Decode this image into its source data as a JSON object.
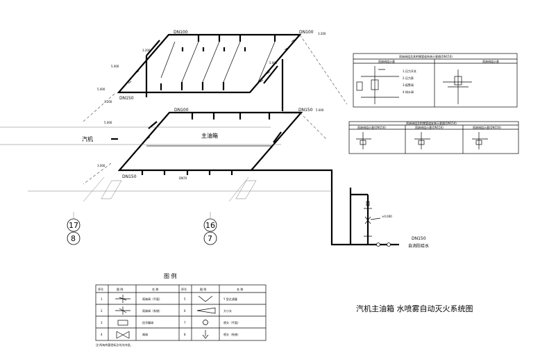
{
  "plan": {
    "labels": {
      "dn100_top": "DN100",
      "dn100_mid": "DN100",
      "dn100_right": "DN100",
      "dn150_upper": "DN150",
      "dn150_lower": "DN150",
      "dn150_riser": "DN150",
      "dn150_mid_right": "DN150",
      "dn70": "DN70",
      "inlet_note": "自消防给水"
    },
    "tank_left": "汽机",
    "tank_center": "主油箱",
    "elevations": [
      "5.000",
      "5.000",
      "3.200",
      "3.200",
      "3.200",
      "5.000",
      "3.000",
      "5.000",
      "5.000",
      "±0.000"
    ],
    "axis_bubbles": [
      {
        "top": "17",
        "bottom": "8"
      },
      {
        "top": "16",
        "bottom": "7"
      }
    ]
  },
  "detail1": {
    "title": "雨淋阀组及其附属管道系统示意图(DN150)",
    "cells": [
      "雨淋阀组示意",
      "雨淋阀组示意"
    ],
    "notes": [
      "1.压力开关",
      "2.压力表",
      "3.报警阀",
      "4.排水阀"
    ]
  },
  "detail2": {
    "title": "雨淋阀组及附属管道安装示意图(DN150)",
    "cells": [
      "雨淋阀组示意(DN150)",
      "雨淋阀组示意(DN150)",
      "雨淋阀组示意(DN150)"
    ]
  },
  "legend": {
    "title": "图 例",
    "headers": [
      "序号",
      "图 例",
      "名 称",
      "序号",
      "图 例",
      "名 称"
    ],
    "rows": [
      {
        "n1": "1",
        "name1": "雨淋阀（平面）",
        "n2": "5",
        "name2": "Y 型过滤器"
      },
      {
        "n1": "2",
        "name1": "雨淋阀（系统）",
        "n2": "6",
        "name2": "大小头"
      },
      {
        "n1": "3",
        "name1": "信号蝶阀",
        "n2": "7",
        "name2": "喷头（平面）"
      },
      {
        "n1": "4",
        "name1": "闸阀",
        "n2": "8",
        "name2": "喷头（系统）"
      }
    ],
    "note": "注:所有的管径标注均为内径。"
  },
  "drawing_title": "汽机主油箱 水喷雾自动灭火系统图"
}
